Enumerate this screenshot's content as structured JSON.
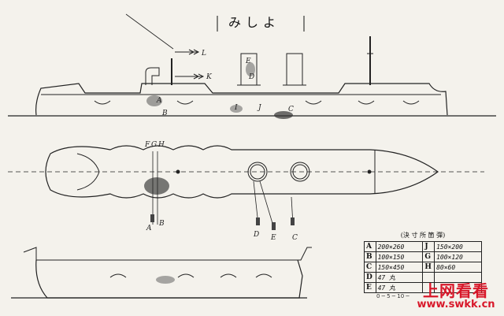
{
  "title": "みしよ",
  "profile_labels": [
    "L",
    "K",
    "E",
    "D",
    "A",
    "B",
    "I",
    "J",
    "C"
  ],
  "plan_labels": [
    "F",
    "G",
    "H",
    "A",
    "B",
    "D",
    "E",
    "C"
  ],
  "legend": {
    "heading": "(決 寸 所 箇 彈)",
    "rows": [
      {
        "k1": "A",
        "v1": "200×260",
        "k2": "J",
        "v2": "150×200"
      },
      {
        "k1": "B",
        "v1": "100×150",
        "k2": "G",
        "v2": "100×120"
      },
      {
        "k1": "C",
        "v1": "150×450",
        "k2": "H",
        "v2": "80×60"
      },
      {
        "k1": "D",
        "v1": "47 丸",
        "k2": "",
        "v2": ""
      },
      {
        "k1": "E",
        "v1": "47 丸",
        "k2": "",
        "v2": ""
      }
    ]
  },
  "scale_text": "0 ─ 5 ─ 10 ─",
  "watermark": {
    "text": "上网看看",
    "url": "www.swkk.cn"
  }
}
